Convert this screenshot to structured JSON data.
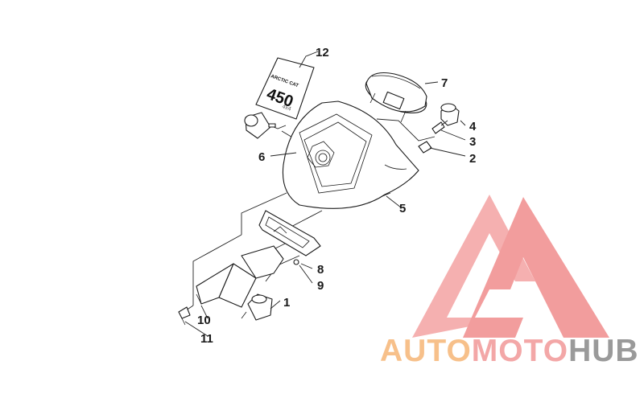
{
  "callouts": [
    "1",
    "2",
    "3",
    "4",
    "5",
    "6",
    "7",
    "8",
    "9",
    "10",
    "11",
    "12"
  ],
  "decal": {
    "brand": "ARCTIC CAT",
    "model": "450",
    "suffix": "4x4"
  },
  "watermark": {
    "part1": "AUTO",
    "part2": "MOTO",
    "part3": "HUB",
    "colors": {
      "auto": "#f7c08a",
      "moto": "#f3a7a7",
      "hub": "#9a9a9a",
      "logo": "#f08c8c"
    }
  }
}
